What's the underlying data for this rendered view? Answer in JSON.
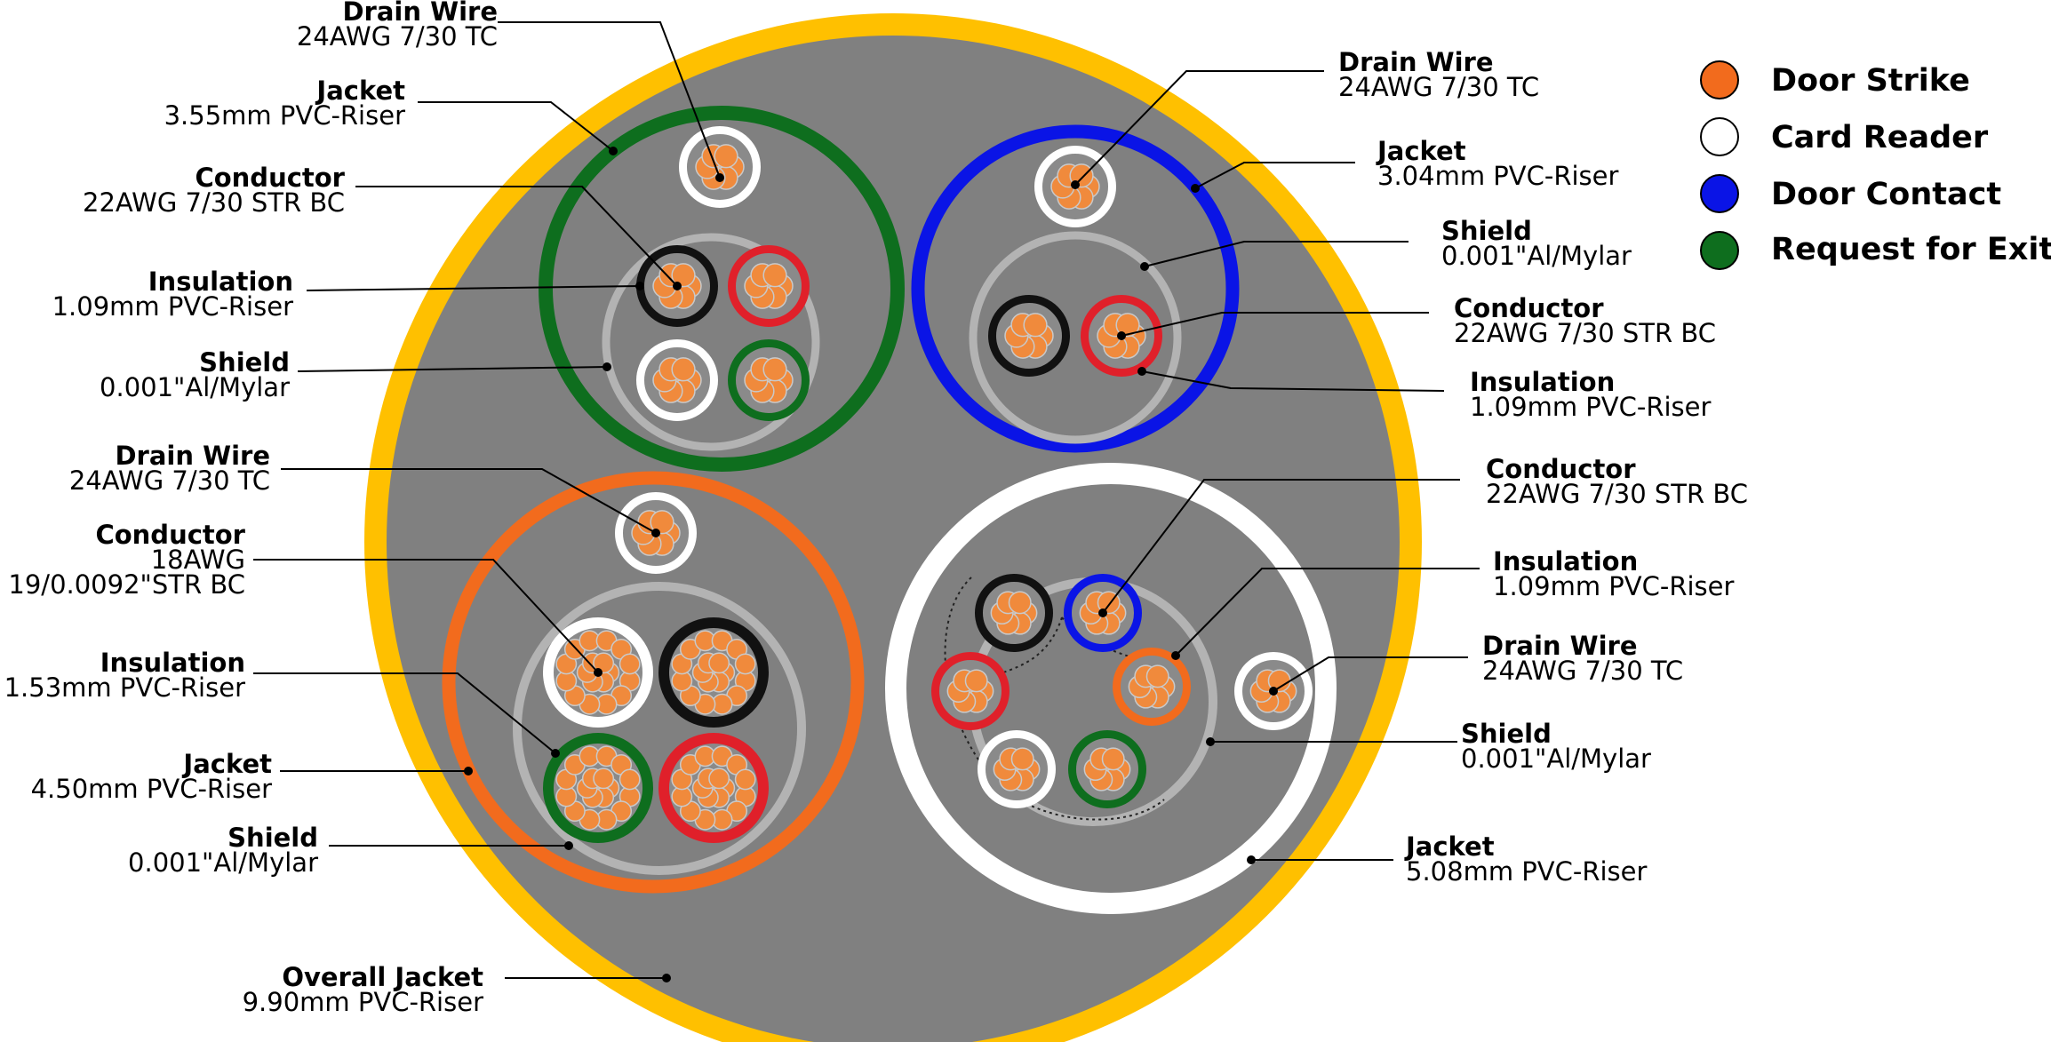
{
  "legend": [
    {
      "label": "Door Strike",
      "color": "#f26b1d"
    },
    {
      "label": "Card Reader",
      "color": "#ffffff"
    },
    {
      "label": "Door Contact",
      "color": "#0a14e6"
    },
    {
      "label": "Request for Exit",
      "color": "#0e6e1e"
    }
  ],
  "colors": {
    "overall_jacket": "#ffc000",
    "filler": "#808080",
    "shield": "#b3b3b3",
    "copper": "#f08a3c",
    "black": "#111111",
    "red": "#e0202a",
    "white": "#ffffff",
    "green": "#0e6e1e",
    "blue": "#0a14e6",
    "orange": "#f26b1d"
  },
  "callouts": {
    "green_drain": {
      "title": "Drain Wire",
      "spec": "24AWG 7/30 TC"
    },
    "green_jacket": {
      "title": "Jacket",
      "spec": "3.55mm PVC-Riser"
    },
    "green_conductor": {
      "title": "Conductor",
      "spec": "22AWG 7/30  STR BC"
    },
    "green_insulation": {
      "title": "Insulation",
      "spec": "1.09mm PVC-Riser"
    },
    "green_shield": {
      "title": "Shield",
      "spec": "0.001\"Al/Mylar"
    },
    "orange_drain": {
      "title": "Drain Wire",
      "spec": "24AWG 7/30 TC"
    },
    "orange_conductor": {
      "title": "Conductor",
      "spec": "18AWG",
      "spec2": "19/0.0092\"STR BC"
    },
    "orange_insulation": {
      "title": "Insulation",
      "spec": "1.53mm PVC-Riser"
    },
    "orange_jacket": {
      "title": "Jacket",
      "spec": "4.50mm PVC-Riser"
    },
    "orange_shield": {
      "title": "Shield",
      "spec": "0.001\"Al/Mylar"
    },
    "overall_jacket": {
      "title": "Overall Jacket",
      "spec": "9.90mm PVC-Riser"
    },
    "blue_drain": {
      "title": "Drain Wire",
      "spec": "24AWG 7/30 TC"
    },
    "blue_jacket": {
      "title": "Jacket",
      "spec": "3.04mm PVC-Riser"
    },
    "blue_shield": {
      "title": "Shield",
      "spec": "0.001\"Al/Mylar"
    },
    "blue_conductor": {
      "title": "Conductor",
      "spec": "22AWG 7/30 STR BC"
    },
    "blue_insulation": {
      "title": "Insulation",
      "spec": "1.09mm PVC-Riser"
    },
    "white_conductor": {
      "title": "Conductor",
      "spec": "22AWG 7/30 STR BC"
    },
    "white_insulation": {
      "title": "Insulation",
      "spec": "1.09mm PVC-Riser"
    },
    "white_drain": {
      "title": "Drain Wire",
      "spec": "24AWG 7/30 TC"
    },
    "white_shield": {
      "title": "Shield",
      "spec": "0.001\"Al/Mylar"
    },
    "white_jacket": {
      "title": "Jacket",
      "spec": "5.08mm PVC-Riser"
    }
  }
}
